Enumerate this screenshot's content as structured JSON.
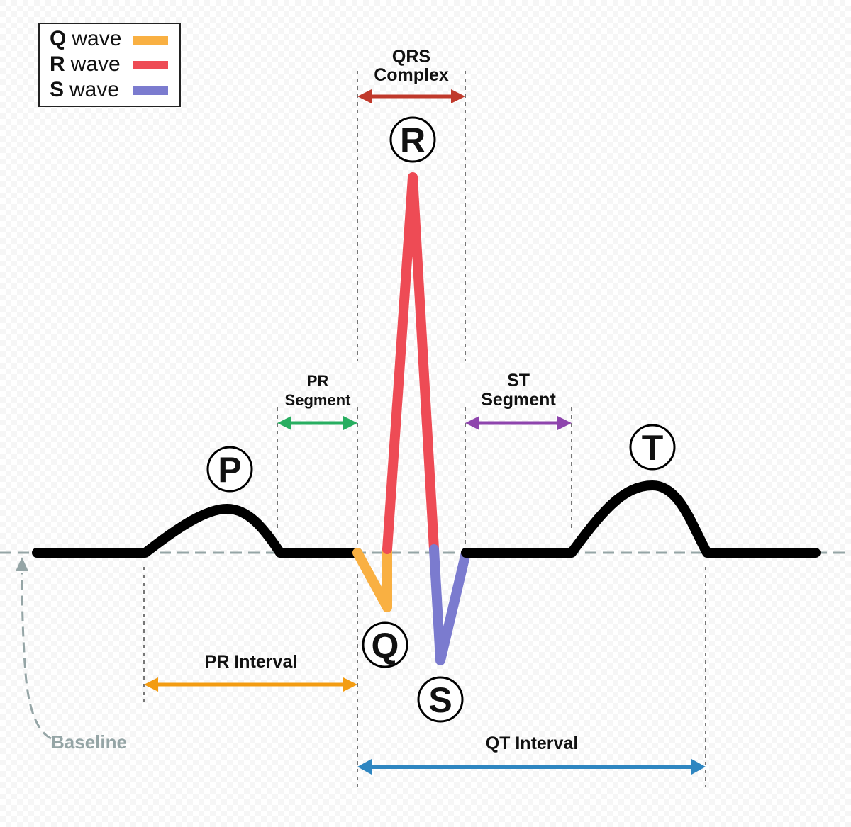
{
  "legend": {
    "items": [
      {
        "key": "Q",
        "label": "wave",
        "color": "#f9b042"
      },
      {
        "key": "R",
        "label": "wave",
        "color": "#ee4b55"
      },
      {
        "key": "S",
        "label": "wave",
        "color": "#7b7bcf"
      }
    ]
  },
  "labels": {
    "qrs_line1": "QRS",
    "qrs_line2": "Complex",
    "pr_segment_line1": "PR",
    "pr_segment_line2": "Segment",
    "st_segment_line1": "ST",
    "st_segment_line2": "Segment",
    "pr_interval": "PR Interval",
    "qt_interval": "QT Interval",
    "baseline": "Baseline"
  },
  "waves": {
    "p": "P",
    "q": "Q",
    "r": "R",
    "s": "S",
    "t": "T"
  },
  "colors": {
    "trace": "#000000",
    "q_wave": "#f9b042",
    "r_wave": "#ee4b55",
    "s_wave": "#7b7bcf",
    "qrs_arrow": "#c0392b",
    "pr_segment_arrow": "#27ae60",
    "st_segment_arrow": "#8e44ad",
    "pr_interval_arrow": "#f39c12",
    "qt_interval_arrow": "#2e86c1",
    "baseline": "#95a5a6",
    "guides": "#777777"
  }
}
